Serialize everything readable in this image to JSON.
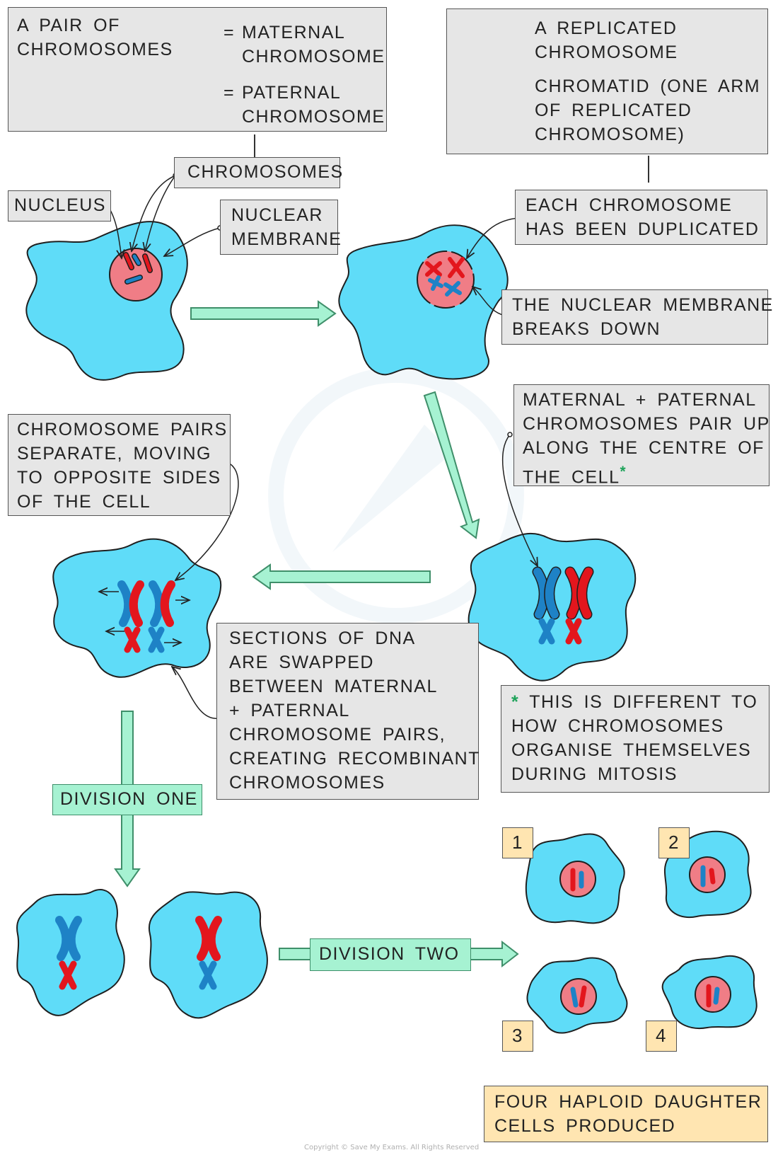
{
  "legend_pair": {
    "title_line1": "A PAIR OF",
    "title_line2": "CHROMOSOMES",
    "maternal_sign": "=",
    "maternal_line1": "MATERNAL",
    "maternal_line2": "CHROMOSOME",
    "paternal_sign": "=",
    "paternal_line1": "PATERNAL",
    "paternal_line2": "CHROMOSOME"
  },
  "legend_replicated": {
    "line1": "A REPLICATED",
    "line2": "CHROMOSOME",
    "chromatid_line1": "CHROMATID (ONE ARM",
    "chromatid_line2": "OF REPLICATED",
    "chromatid_line3": "CHROMOSOME)"
  },
  "labels": {
    "chromosomes": "CHROMOSOMES",
    "nucleus": "NUCLEUS",
    "nuclear_membrane_1": "NUCLEAR",
    "nuclear_membrane_2": "MEMBRANE",
    "duplicated_1": "EACH CHROMOSOME",
    "duplicated_2": "HAS BEEN DUPLICATED",
    "breaks_1": "THE NUCLEAR MEMBRANE",
    "breaks_2": "BREAKS DOWN",
    "pair_up_1": "MATERNAL + PATERNAL",
    "pair_up_2": "CHROMOSOMES PAIR UP",
    "pair_up_3": "ALONG THE CENTRE OF",
    "pair_up_4": "THE CELL",
    "pair_up_star": "*",
    "separate_1": "CHROMOSOME PAIRS",
    "separate_2": "SEPARATE, MOVING",
    "separate_3": "TO OPPOSITE SIDES",
    "separate_4": "OF THE CELL",
    "swap_1": "SECTIONS OF DNA",
    "swap_2": "ARE SWAPPED",
    "swap_3": "BETWEEN MATERNAL",
    "swap_4": "+ PATERNAL",
    "swap_5": "CHROMOSOME PAIRS,",
    "swap_6": "CREATING RECOMBINANT",
    "swap_7": "CHROMOSOMES",
    "note_star": "*",
    "note_1": "THIS IS DIFFERENT TO",
    "note_2": "HOW CHROMOSOMES",
    "note_3": "ORGANISE THEMSELVES",
    "note_4": "DURING MITOSIS",
    "division_one": "DIVISION ONE",
    "division_two": "DIVISION TWO",
    "four_haploid_1": "FOUR HAPLOID DAUGHTER",
    "four_haploid_2": "CELLS PRODUCED",
    "cell_numbers": [
      "1",
      "2",
      "3",
      "4"
    ]
  },
  "copyright": "Copyright © Save My Exams. All Rights Reserved",
  "colors": {
    "cell": "#5fdcf8",
    "nucleus": "#f07d86",
    "maternal": "#e3161d",
    "paternal": "#1e82c6",
    "arrow": "#a6f2d2",
    "label_bg": "#e6e6e6",
    "result_bg": "#ffe5b1"
  }
}
